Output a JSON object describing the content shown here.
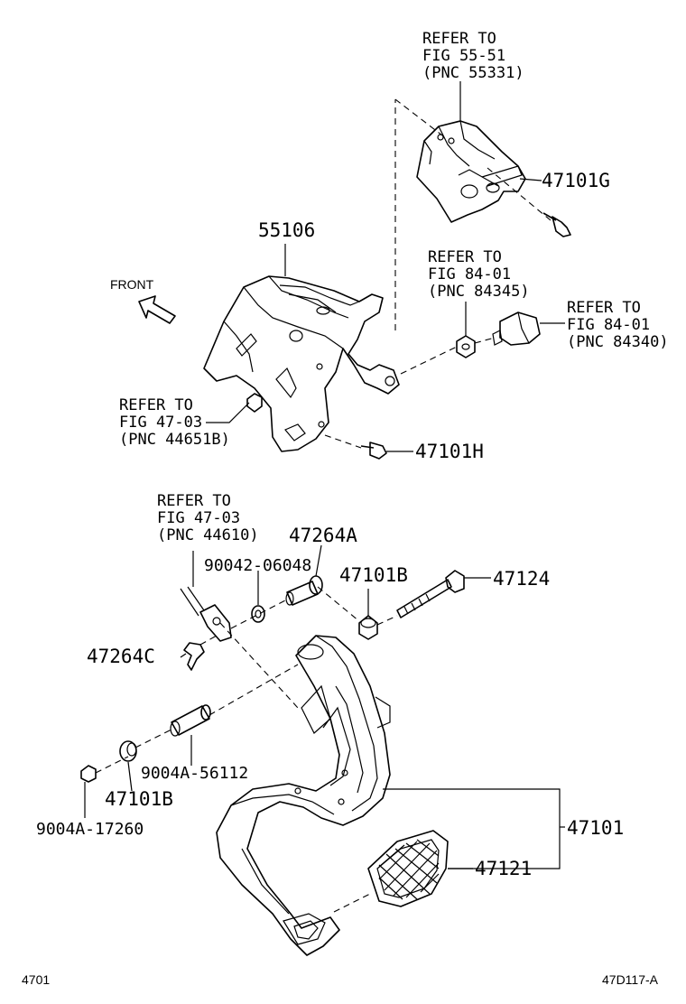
{
  "labels": {
    "ref_55_51": [
      "REFER TO",
      "FIG 55-51",
      "(PNC 55331)"
    ],
    "ref_84_01_a": [
      "REFER TO",
      "FIG 84-01",
      "(PNC 84345)"
    ],
    "ref_84_01_b": [
      "REFER TO",
      "FIG 84-01",
      "(PNC 84340)"
    ],
    "ref_47_03_a": [
      "REFER TO",
      "FIG 47-03",
      "(PNC 44651B)"
    ],
    "ref_47_03_b": [
      "REFER TO",
      "FIG 47-03",
      "(PNC 44610)"
    ],
    "front": "FRONT",
    "p_55106": "55106",
    "p_47101G": "47101G",
    "p_47101H": "47101H",
    "p_47264A": "47264A",
    "p_90042_06048": "90042-06048",
    "p_47101B_top": "47101B",
    "p_47124": "47124",
    "p_47264C": "47264C",
    "p_9004A_56112": "9004A-56112",
    "p_47101B_bottom": "47101B",
    "p_9004A_17260": "9004A-17260",
    "p_47101": "47101",
    "p_47121": "47121"
  },
  "footer": {
    "left_code": "4701",
    "right_code": "47D117-A"
  }
}
